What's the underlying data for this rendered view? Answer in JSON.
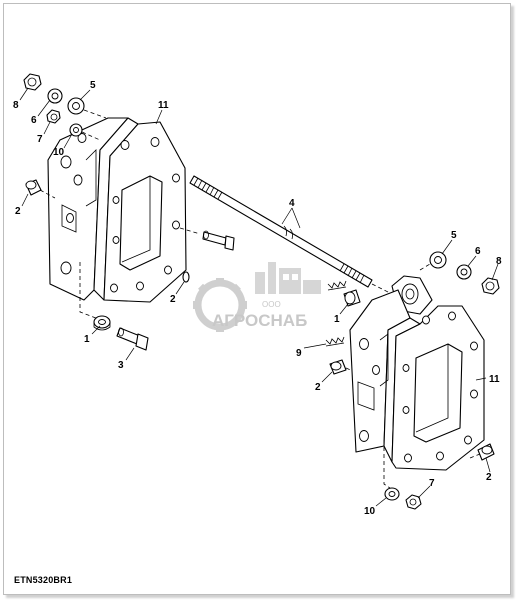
{
  "diagram": {
    "code": "ETN5320BR1",
    "callouts": {
      "l8": "8",
      "l6": "6",
      "l5": "5",
      "l7": "7",
      "l10": "10",
      "l11": "11",
      "l2a": "2",
      "l4": "4",
      "l2b": "2",
      "l1": "1",
      "l3": "3",
      "r5": "5",
      "r6": "6",
      "r8": "8",
      "r1": "1",
      "r9": "9",
      "r2a": "2",
      "r11": "11",
      "r2b": "2",
      "r7": "7",
      "r10": "10"
    }
  },
  "watermark": {
    "company_prefix": "ООО",
    "company_name": "АГРОСНАБ",
    "color": "#c8c8c8"
  }
}
